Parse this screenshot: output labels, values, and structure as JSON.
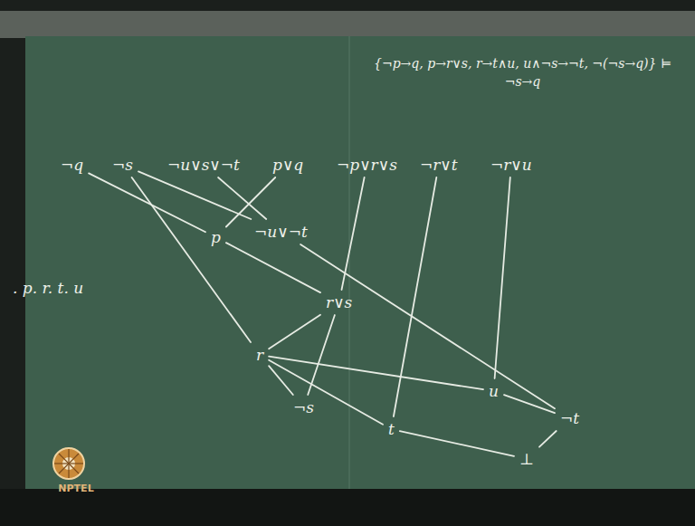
{
  "diagram": {
    "nodes": [
      {
        "text": [
          "¬q"
        ]
      },
      {
        "text": [
          "¬s"
        ]
      },
      {
        "text": [
          "¬u∨s∨¬t"
        ]
      },
      {
        "text": [
          "p∨q"
        ]
      },
      {
        "text": [
          "¬p∨r∨s"
        ]
      },
      {
        "text": [
          "¬r∨t"
        ]
      },
      {
        "text": [
          "¬r∨u"
        ]
      },
      {
        "text": [
          "p"
        ]
      },
      {
        "text": [
          "¬u∨¬t"
        ]
      },
      {
        "text": [
          "r∨s"
        ]
      },
      {
        "text": [
          "r"
        ]
      },
      {
        "text": [
          "¬s"
        ]
      },
      {
        "text": [
          "u"
        ]
      },
      {
        "text": [
          "t"
        ]
      },
      {
        "text": [
          "¬t"
        ]
      },
      {
        "text": [
          "⊥"
        ]
      }
    ],
    "edges": [
      {
        "from": 0,
        "to": 7,
        "arrow": "none"
      },
      {
        "from": 3,
        "to": 7,
        "arrow": "none"
      },
      {
        "from": 1,
        "to": 8,
        "arrow": "none"
      },
      {
        "from": 2,
        "to": 8,
        "arrow": "none"
      },
      {
        "from": 7,
        "to": 9,
        "arrow": "none"
      },
      {
        "from": 4,
        "to": 9,
        "arrow": "none"
      },
      {
        "from": 1,
        "to": 10,
        "arrow": "none"
      },
      {
        "from": 9,
        "to": 10,
        "arrow": "none"
      },
      {
        "from": 9,
        "to": 11,
        "arrow": "none"
      },
      {
        "from": 10,
        "to": 11,
        "arrow": "none"
      },
      {
        "from": 10,
        "to": 12,
        "arrow": "none"
      },
      {
        "from": 6,
        "to": 12,
        "arrow": "none"
      },
      {
        "from": 10,
        "to": 13,
        "arrow": "none"
      },
      {
        "from": 5,
        "to": 13,
        "arrow": "none"
      },
      {
        "from": 12,
        "to": 14,
        "arrow": "none"
      },
      {
        "from": 8,
        "to": 14,
        "arrow": "none"
      },
      {
        "from": 13,
        "to": 15,
        "arrow": "none"
      },
      {
        "from": 14,
        "to": 15,
        "arrow": "none"
      }
    ],
    "labels": [
      "{¬p→q, p→r∨s, r→t∧u, u∧¬s→¬t, ¬(¬s→q)} ⊨ ¬s→q",
      ". p. r. t. u",
      "NPTEL"
    ]
  }
}
